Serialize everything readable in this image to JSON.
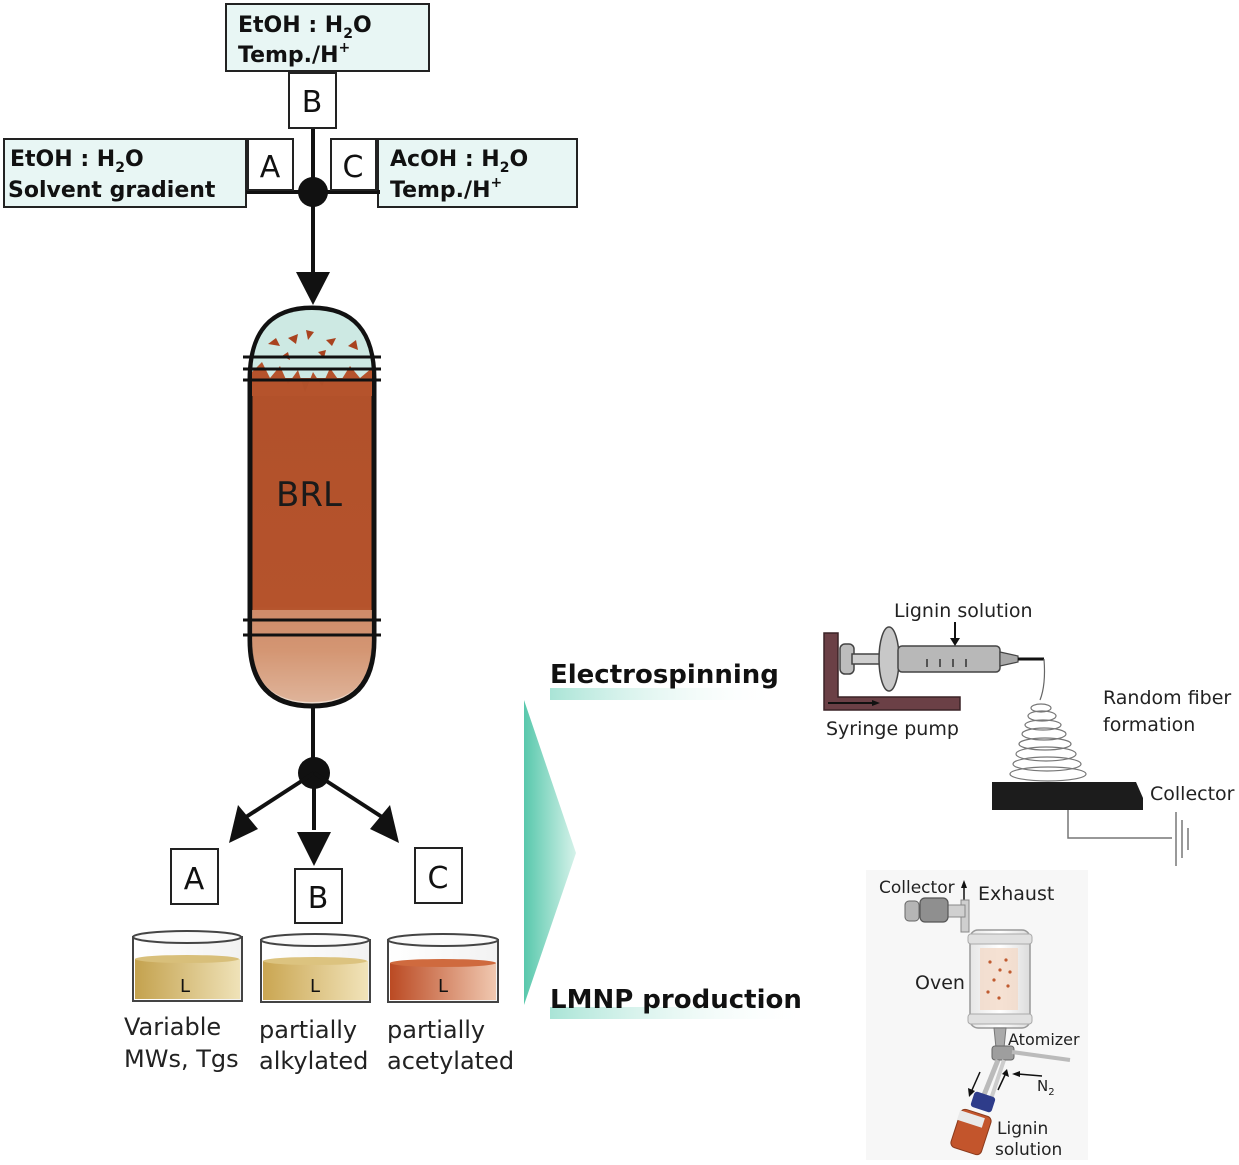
{
  "inputs": {
    "B": {
      "letter": "B",
      "line1": "EtOH : H",
      "sub1": "2",
      "line1_tail": "O",
      "line2": "Temp./H",
      "sup2": "+"
    },
    "A": {
      "letter": "A",
      "line1": "EtOH : H",
      "sub1": "2",
      "line1_tail": "O",
      "line2": "Solvent gradient"
    },
    "C": {
      "letter": "C",
      "line1": "AcOH : H",
      "sub1": "2",
      "line1_tail": "O",
      "line2": "Temp./H",
      "sup2": "+"
    }
  },
  "reactor": {
    "label": "BRL"
  },
  "outputs": [
    {
      "letter": "A",
      "vessel_label": "L",
      "caption_line1": "Variable",
      "caption_line2": "MWs, Tgs",
      "liquid_color": "#c9aa58"
    },
    {
      "letter": "B",
      "vessel_label": "L",
      "caption_line1": "partially",
      "caption_line2": "alkylated",
      "liquid_color": "#cfae5a"
    },
    {
      "letter": "C",
      "vessel_label": "L",
      "caption_line1": "partially",
      "caption_line2": "acetylated",
      "liquid_color": "#c2542a"
    }
  ],
  "applications": {
    "electrospinning": {
      "title": "Electrospinning",
      "lignin_solution": "Lignin solution",
      "syringe_pump": "Syringe pump",
      "random_fiber_line1": "Random fiber",
      "random_fiber_line2": "formation",
      "collector": "Collector"
    },
    "lmnp": {
      "title": "LMNP production",
      "collector": "Collector",
      "exhaust": "Exhaust",
      "oven": "Oven",
      "atomizer": "Atomizer",
      "n2": "N",
      "n2_sub": "2",
      "lignin_line1": "Lignin",
      "lignin_line2": "solution"
    }
  },
  "colors": {
    "box_fill": "#e8f6f4",
    "reactor_brown": "#b5532c",
    "teal_accent": "#5cc9b0"
  }
}
